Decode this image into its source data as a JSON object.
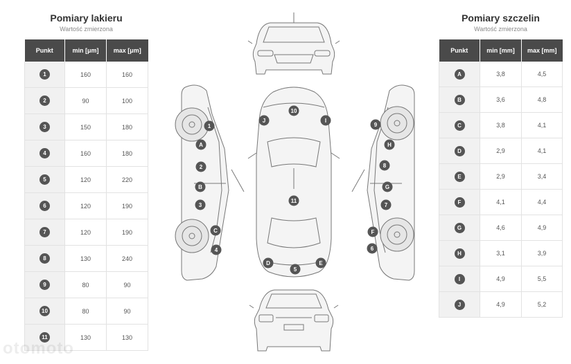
{
  "paint": {
    "title": "Pomiary lakieru",
    "subtitle": "Wartość zmierzona",
    "headers": [
      "Punkt",
      "min [μm]",
      "max [μm]"
    ],
    "rows": [
      {
        "id": "1",
        "min": "160",
        "max": "160"
      },
      {
        "id": "2",
        "min": "90",
        "max": "100"
      },
      {
        "id": "3",
        "min": "150",
        "max": "180"
      },
      {
        "id": "4",
        "min": "160",
        "max": "180"
      },
      {
        "id": "5",
        "min": "120",
        "max": "220"
      },
      {
        "id": "6",
        "min": "120",
        "max": "190"
      },
      {
        "id": "7",
        "min": "120",
        "max": "190"
      },
      {
        "id": "8",
        "min": "130",
        "max": "240"
      },
      {
        "id": "9",
        "min": "80",
        "max": "90"
      },
      {
        "id": "10",
        "min": "80",
        "max": "90"
      },
      {
        "id": "11",
        "min": "130",
        "max": "130"
      }
    ]
  },
  "gaps": {
    "title": "Pomiary szczelin",
    "subtitle": "Wartość zmierzona",
    "headers": [
      "Punkt",
      "min [mm]",
      "max [mm]"
    ],
    "rows": [
      {
        "id": "A",
        "min": "3,8",
        "max": "4,5"
      },
      {
        "id": "B",
        "min": "3,6",
        "max": "4,8"
      },
      {
        "id": "C",
        "min": "3,8",
        "max": "4,1"
      },
      {
        "id": "D",
        "min": "2,9",
        "max": "4,1"
      },
      {
        "id": "E",
        "min": "2,9",
        "max": "3,4"
      },
      {
        "id": "F",
        "min": "4,1",
        "max": "4,4"
      },
      {
        "id": "G",
        "min": "4,6",
        "max": "4,9"
      },
      {
        "id": "H",
        "min": "3,1",
        "max": "3,9"
      },
      {
        "id": "I",
        "min": "4,9",
        "max": "5,5"
      },
      {
        "id": "J",
        "min": "4,9",
        "max": "5,2"
      }
    ]
  },
  "diagram": {
    "markers": [
      "1",
      "2",
      "3",
      "4",
      "5",
      "6",
      "7",
      "8",
      "9",
      "10",
      "11",
      "A",
      "B",
      "C",
      "D",
      "E",
      "F",
      "G",
      "H",
      "I",
      "J"
    ]
  },
  "watermark": "otomoto"
}
